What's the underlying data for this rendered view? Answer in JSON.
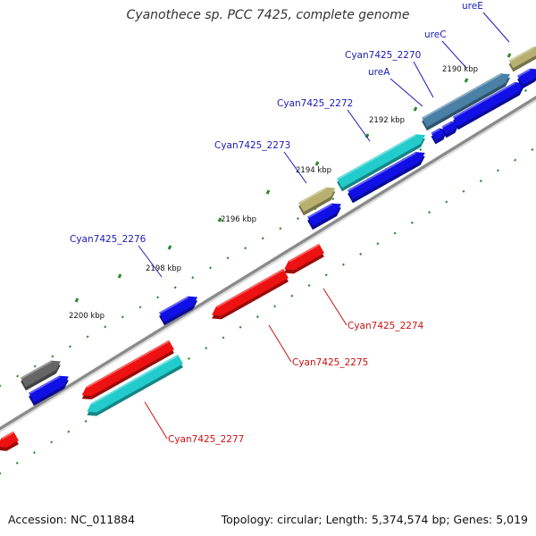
{
  "title": "Cyanothece sp. PCC 7425, complete genome",
  "footer": {
    "accession": "Accession: NC_011884",
    "topology": "Topology: circular; Length: 5,374,574 bp; Genes: 5,019"
  },
  "colors": {
    "backbone": "#8a8a8a",
    "forward_cds": "#1010e6",
    "reverse_cds": "#ee1111",
    "tick": "#2a8a2a",
    "forward_label": "#1a1ab8",
    "reverse_label": "#cc1111",
    "olive": "#b8b070",
    "teal": "#22cccc",
    "steel": "#4a7fa6",
    "gray": "#666666"
  },
  "ticks": [
    {
      "label": "2190 kbp"
    },
    {
      "label": "2192 kbp"
    },
    {
      "label": "2194 kbp"
    },
    {
      "label": "2196 kbp"
    },
    {
      "label": "2198 kbp"
    },
    {
      "label": "2200 kbp"
    }
  ],
  "genes": [
    {
      "name": "ureE",
      "color": "olive",
      "strand": "forward"
    },
    {
      "name": "ureC",
      "color": "steel",
      "strand": "forward"
    },
    {
      "name": "Cyan7425_2270",
      "color": "forward_cds",
      "strand": "forward"
    },
    {
      "name": "ureA",
      "color": "forward_cds",
      "strand": "forward"
    },
    {
      "name": "Cyan7425_2272",
      "color": "teal",
      "strand": "forward"
    },
    {
      "name": "Cyan7425_2273",
      "color": "olive",
      "strand": "forward"
    },
    {
      "name": "Cyan7425_2276",
      "color": "forward_cds",
      "strand": "forward"
    },
    {
      "name": "Cyan7425_2274",
      "color": "reverse_cds",
      "strand": "reverse"
    },
    {
      "name": "Cyan7425_2275",
      "color": "reverse_cds",
      "strand": "reverse"
    },
    {
      "name": "Cyan7425_2277",
      "color": "teal",
      "strand": "reverse"
    }
  ]
}
